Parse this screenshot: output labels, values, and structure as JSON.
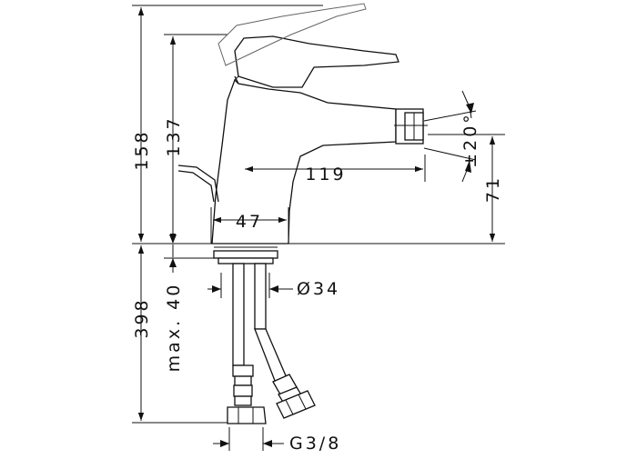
{
  "dimensions": {
    "total_height": "158",
    "spout_height": "137",
    "lower_length": "398",
    "max_length": "max. 40",
    "reach": "119",
    "base_width": "47",
    "outlet_height": "71",
    "swivel_angle": "±20°",
    "diameter": "Ø34",
    "connection": "G3/8"
  }
}
